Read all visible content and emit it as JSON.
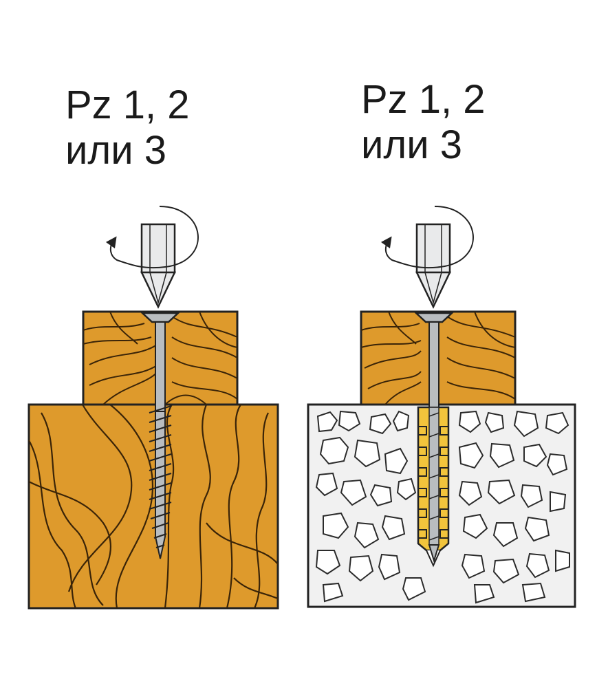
{
  "panels": [
    {
      "id": "wood",
      "label_line1": "Pz 1, 2",
      "label_line2": "или 3",
      "base_material": "wood"
    },
    {
      "id": "concrete",
      "label_line1": "Pz 1, 2",
      "label_line2": "или 3",
      "base_material": "concrete-with-dowel"
    }
  ],
  "colors": {
    "wood": "#de9a2c",
    "wood_grain": "#3a2408",
    "concrete": "#f1f1f1",
    "stone_outline": "#2b2b2b",
    "screw": "#b9bdc0",
    "dowel": "#f2c43c",
    "outline": "#222222"
  },
  "icons": [
    "screwdriver-bit-icon",
    "rotation-arrow-icon",
    "screw-icon",
    "dowel-icon"
  ]
}
